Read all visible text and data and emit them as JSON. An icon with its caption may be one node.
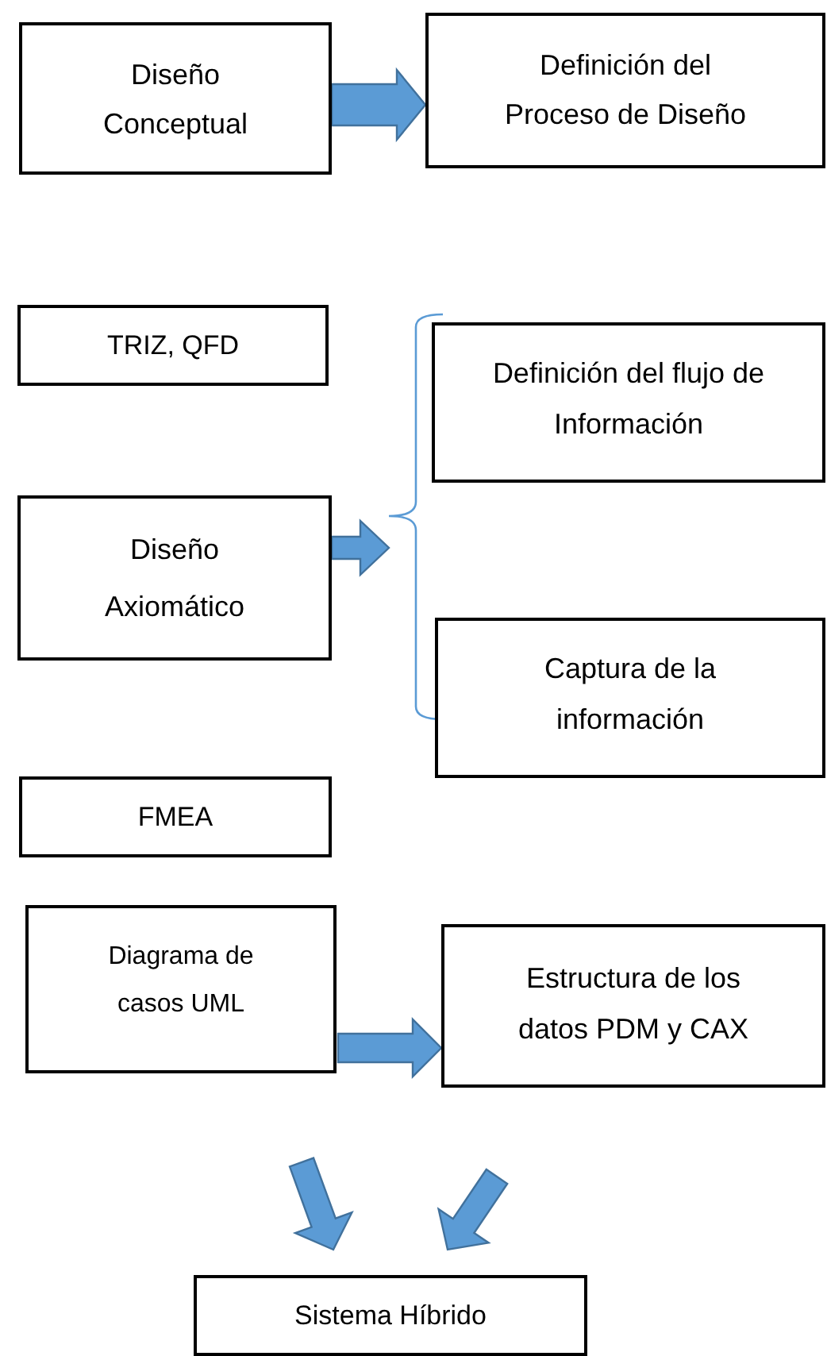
{
  "diagram": {
    "nodes": [
      {
        "text": [
          "Diseño Conceptual"
        ]
      },
      {
        "text": [
          "Definición del Proceso de Diseño"
        ]
      },
      {
        "text": [
          "TRIZ, QFD"
        ]
      },
      {
        "text": [
          "Diseño Axiomático"
        ]
      },
      {
        "text": [
          "Definición del flujo de Información"
        ]
      },
      {
        "text": [
          "Captura de la información"
        ]
      },
      {
        "text": [
          "FMEA"
        ]
      },
      {
        "text": [
          "Diagrama de casos UML"
        ]
      },
      {
        "text": [
          "Estructura de los datos PDM y CAX"
        ]
      },
      {
        "text": [
          "Sistema Híbrido"
        ]
      }
    ],
    "edges": [
      {
        "from": 0,
        "to": 1,
        "arrow": "to"
      },
      {
        "from": 3,
        "to": null,
        "arrow": "to"
      },
      {
        "from": 7,
        "to": 8,
        "arrow": "to"
      },
      {
        "from": 7,
        "to": 9,
        "arrow": "to"
      },
      {
        "from": 8,
        "to": 9,
        "arrow": "to"
      }
    ]
  }
}
